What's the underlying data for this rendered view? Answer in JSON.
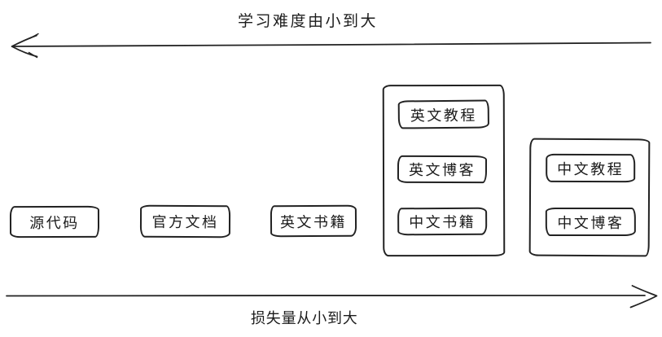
{
  "axes": {
    "top": {
      "label": "学习难度由小到大",
      "direction": "left"
    },
    "bottom": {
      "label": "损失量从小到大",
      "direction": "right"
    }
  },
  "nodes": [
    {
      "id": "source-code",
      "label": "源代码"
    },
    {
      "id": "official-docs",
      "label": "官方文档"
    },
    {
      "id": "english-books",
      "label": "英文书籍"
    }
  ],
  "groups": [
    {
      "id": "group-english-and-chinese-books",
      "items": [
        {
          "id": "english-tutorials",
          "label": "英文教程"
        },
        {
          "id": "english-blogs",
          "label": "英文博客"
        },
        {
          "id": "chinese-books",
          "label": "中文书籍"
        }
      ]
    },
    {
      "id": "group-chinese",
      "items": [
        {
          "id": "chinese-tutorials",
          "label": "中文教程"
        },
        {
          "id": "chinese-blogs",
          "label": "中文博客"
        }
      ]
    }
  ],
  "colors": {
    "stroke": "#222222",
    "text": "#1c1c1c",
    "background": "#ffffff"
  }
}
